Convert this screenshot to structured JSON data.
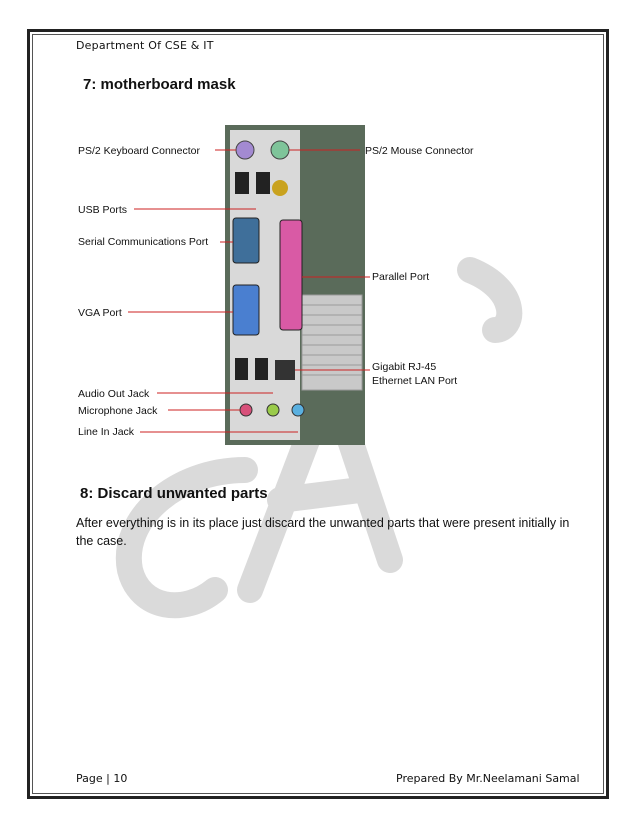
{
  "header": {
    "department": "Department Of CSE  & IT"
  },
  "section7": {
    "title": "7: motherboard mask"
  },
  "diagram": {
    "labels": {
      "ps2_keyboard": "PS/2 Keyboard Connector",
      "ps2_mouse": "PS/2 Mouse Connector",
      "usb": "USB Ports",
      "serial": "Serial Communications Port",
      "parallel": "Parallel Port",
      "vga": "VGA Port",
      "gigabit_line1": "Gigabit RJ-45",
      "gigabit_line2": "Ethernet LAN Port",
      "audio_out": "Audio Out Jack",
      "microphone": "Microphone Jack",
      "line_in": "Line In Jack"
    }
  },
  "section8": {
    "title": "8: Discard unwanted parts",
    "body": "After everything is in its place just discard the unwanted parts that were present initially in the case."
  },
  "footer": {
    "page": "Page | 10",
    "prepared_by": "Prepared By Mr.Neelamani Samal"
  },
  "colors": {
    "watermark": "#d4d4d4",
    "label_line": "#cc2222",
    "board": "#5a6b5a"
  }
}
